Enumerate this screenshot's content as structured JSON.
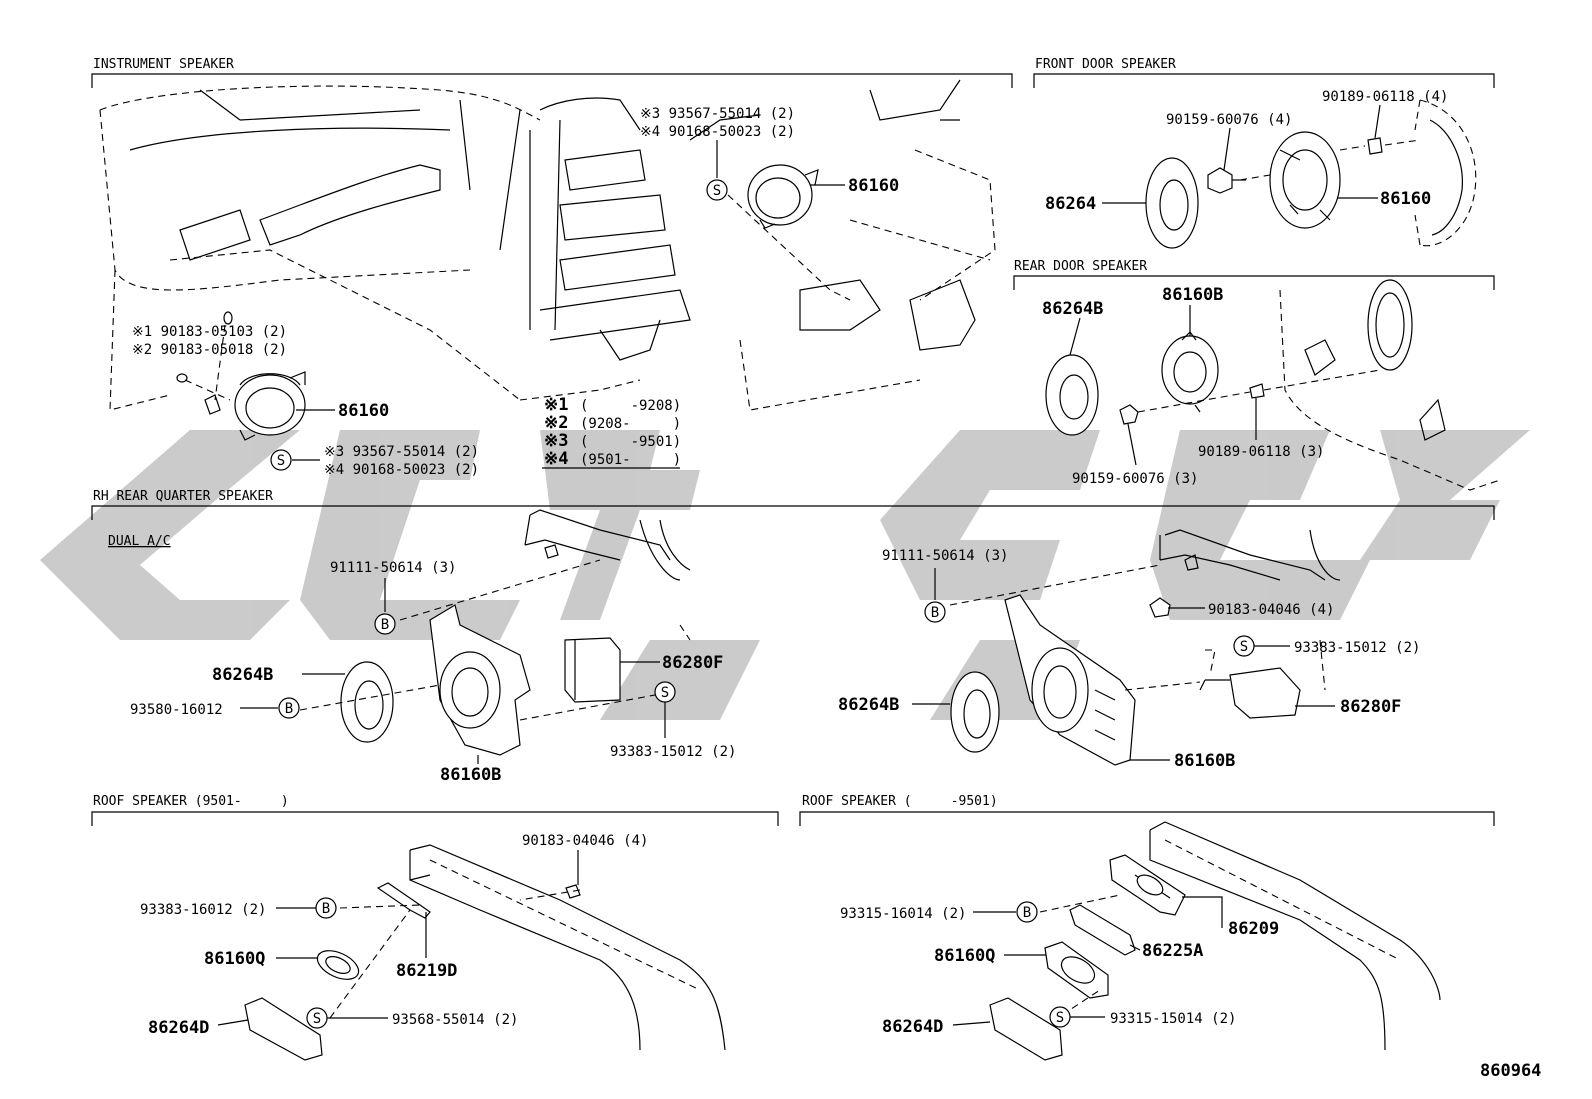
{
  "sections": {
    "instrument": "INSTRUMENT SPEAKER",
    "front_door": "FRONT DOOR SPEAKER",
    "rear_door": "REAR DOOR SPEAKER",
    "rh_rear_quarter": "RH REAR QUARTER SPEAKER",
    "dual_ac": "DUAL A/C",
    "roof_new": "ROOF SPEAKER (9501-     )",
    "roof_old": "ROOF SPEAKER (     -9501)"
  },
  "instrument": {
    "n1": "※1 90183-05103 (2)",
    "n2": "※2 90183-05018 (2)",
    "speaker_left": "86160",
    "screw3_left": "※3 93567-55014 (2)",
    "screw4_left": "※4 90168-50023 (2)",
    "screw3_right": "※3 93567-55014 (2)",
    "screw4_right": "※4 90168-50023 (2)",
    "speaker_right": "86160"
  },
  "notes": {
    "k1": "※1",
    "v1": "(     -9208)",
    "k2": "※2",
    "v2": "(9208-     )",
    "k3": "※3",
    "v3": "(     -9501)",
    "k4": "※4",
    "v4": "(9501-     )"
  },
  "front_door": {
    "screw": "90159-60076 (4)",
    "bolt": "90189-06118 (4)",
    "grille": "86264",
    "speaker": "86160"
  },
  "rear_door": {
    "grille": "86264B",
    "speaker": "86160B",
    "screw": "90159-60076 (3)",
    "bolt": "90189-06118 (3)"
  },
  "quarter_left": {
    "clip": "91111-50614 (3)",
    "grille": "86264B",
    "screw_b": "93580-16012",
    "amp": "86280F",
    "screw_s": "93383-15012 (2)",
    "speaker": "86160B"
  },
  "quarter_right": {
    "clip": "91111-50614 (3)",
    "nut": "90183-04046 (4)",
    "screw_s": "93383-15012 (2)",
    "grille": "86264B",
    "amp": "86280F",
    "speaker": "86160B"
  },
  "roof_left": {
    "nut": "90183-04046 (4)",
    "screw_b": "93383-16012 (2)",
    "speaker": "86160Q",
    "bracket": "86219D",
    "grille": "86264D",
    "screw_s": "93568-55014 (2)"
  },
  "roof_right": {
    "screw_b": "93315-16014 (2)",
    "bracket": "86209",
    "speaker": "86160Q",
    "gasket": "86225A",
    "grille": "86264D",
    "screw_s": "93315-15014 (2)"
  },
  "markers": {
    "s": "S",
    "b": "B"
  },
  "diagram_id": "860964"
}
